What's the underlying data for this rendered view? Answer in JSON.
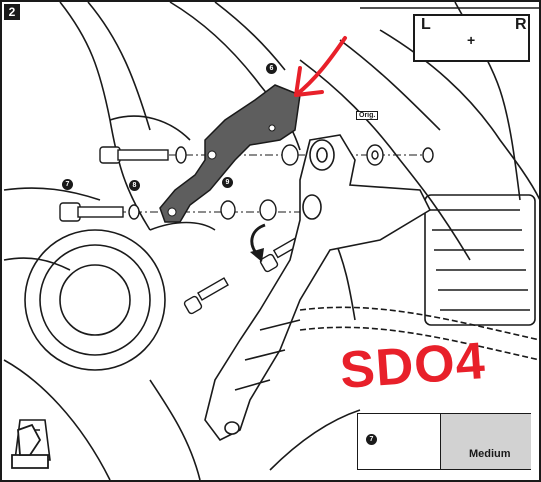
{
  "step": {
    "number": "2"
  },
  "lr_badge": {
    "left": "L",
    "right": "R",
    "plus": "+"
  },
  "callouts": {
    "part6": "6",
    "part7": "7",
    "part8": "8",
    "part9": "9"
  },
  "orig_label": "Orig.",
  "hardware_box": {
    "part": "7",
    "loctite_strength": "Medium"
  },
  "handwritten": {
    "text": "SDO4"
  },
  "colors": {
    "ink": "#1a1a1a",
    "part_fill": "#5e5e5e",
    "annotation_red": "#e8202a",
    "panel_gray": "#d2d2d2"
  }
}
